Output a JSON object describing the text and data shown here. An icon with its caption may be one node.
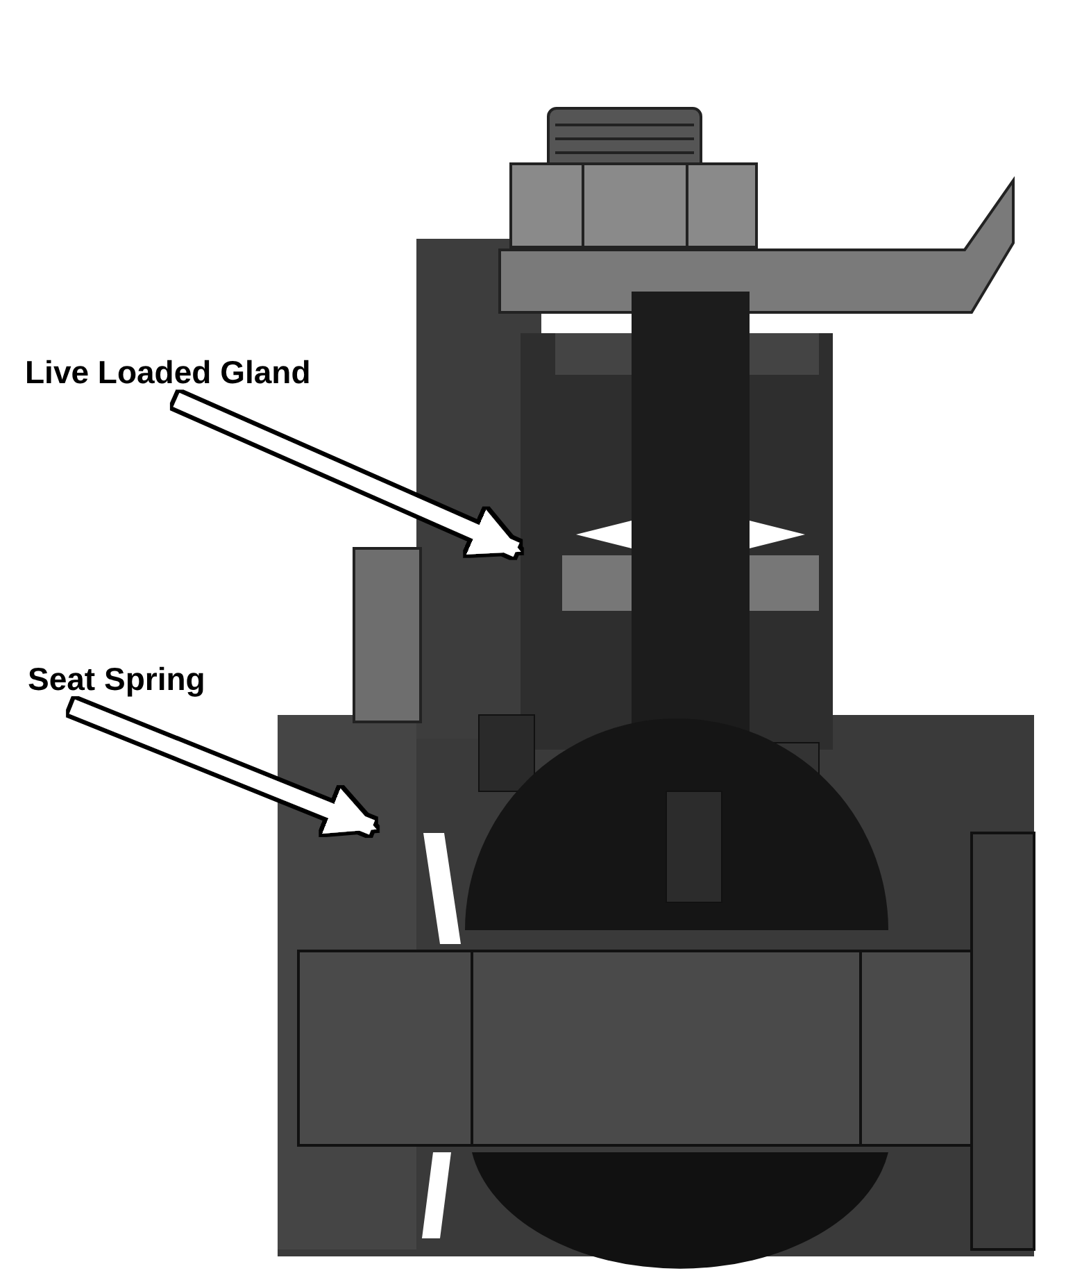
{
  "diagram": {
    "nodes": [
      {
        "text": [
          "Live Loaded Gland"
        ]
      },
      {
        "text": [
          "Seat Spring"
        ]
      }
    ],
    "edges": [
      {
        "from": 0,
        "to": null,
        "arrow": "to"
      },
      {
        "from": 1,
        "to": null,
        "arrow": "to"
      }
    ]
  }
}
